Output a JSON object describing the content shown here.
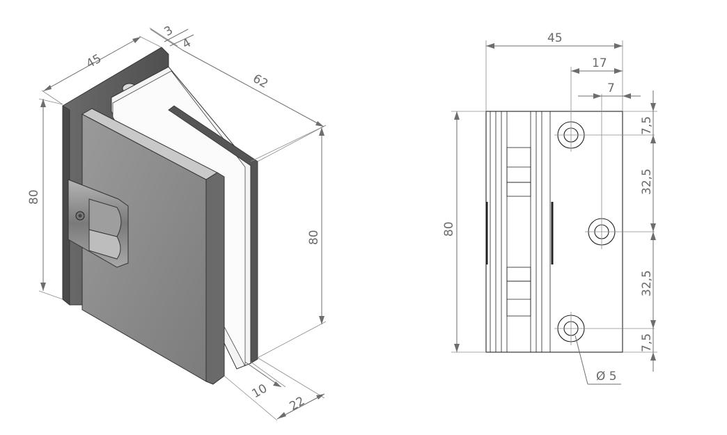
{
  "iso_view": {
    "dims": {
      "width_top": "45",
      "gap_a": "3",
      "gap_b": "4",
      "depth": "62",
      "height_left": "80",
      "height_right": "80",
      "bottom_a": "10",
      "bottom_b": "22"
    }
  },
  "front_view": {
    "dims": {
      "width_top": "45",
      "offset_mid": "17",
      "offset_small": "7",
      "height_left": "80",
      "seg_top": "7,5",
      "seg_mid_upper": "32,5",
      "seg_mid_lower": "32,5",
      "seg_bottom": "7,5",
      "hole_diameter": "Ø 5"
    }
  },
  "colors": {
    "plate_face": "#8c8c8c",
    "plate_edge": "#5e5e5e",
    "glass": "#f2f2f2",
    "dim_line": "#6d6d6d"
  }
}
